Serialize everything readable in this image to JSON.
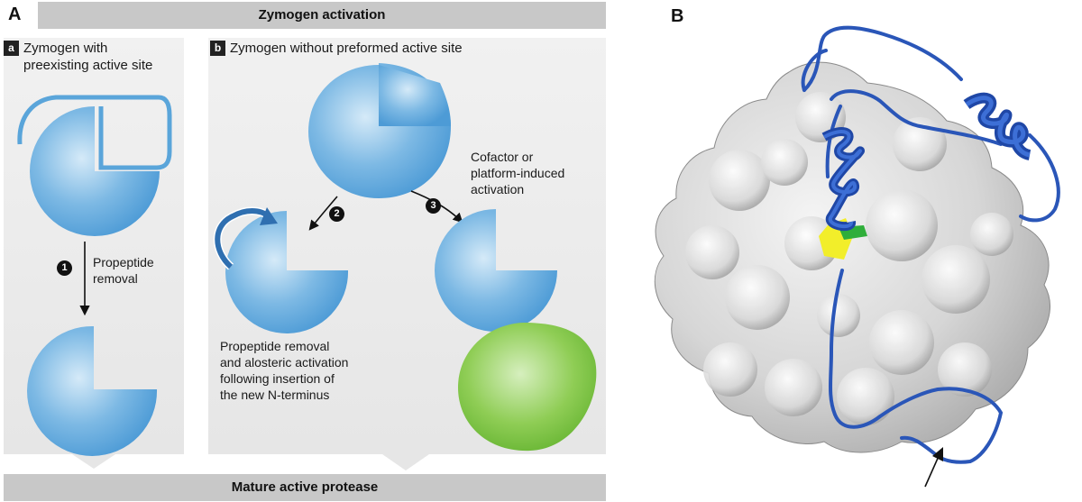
{
  "panel_a_letter": "A",
  "panel_b_letter": "B",
  "top_bar_title": "Zymogen activation",
  "bottom_bar_title": "Mature active protease",
  "sub_a": {
    "tag": "a",
    "title_line1": "Zymogen with",
    "title_line2": "preexisting active site"
  },
  "sub_b": {
    "tag": "b",
    "title": "Zymogen without preformed active site"
  },
  "steps": {
    "step1": {
      "number": "1",
      "label_line1": "Propeptide",
      "label_line2": "removal"
    },
    "step2": {
      "number": "2"
    },
    "step3": {
      "number": "3",
      "label_line1": "Cofactor or",
      "label_line2": "platform-induced",
      "label_line3": "activation"
    }
  },
  "allosteric_text": {
    "line1": "Propeptide removal",
    "line2": "and alosteric activation",
    "line3": "following insertion of",
    "line4": "the new N-terminus"
  },
  "colors": {
    "protease_blue": "#5aa5da",
    "protease_blue_light": "#cfe6f6",
    "cofactor_green": "#7cc142",
    "ribbon_blue": "#2a56b8",
    "surface_grey": "#d2d2d2",
    "active_site_yellow": "#f2ee2a",
    "active_site_green": "#2fae3a"
  }
}
